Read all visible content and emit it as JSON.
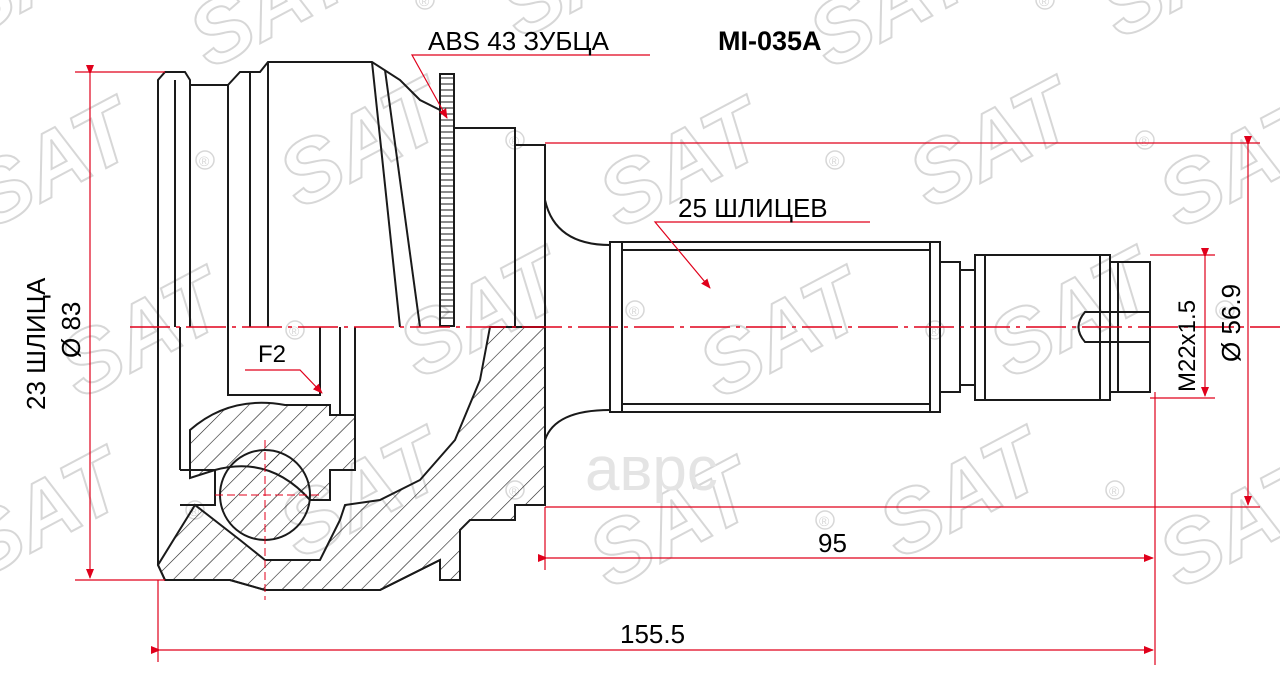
{
  "part_number": "MI-035A",
  "labels": {
    "abs_teeth": "ABS 43 ЗУБЦА",
    "outer_splines": "25 ШЛИЦЕВ",
    "inner_splines": "23  ШЛИЦА",
    "inner_diameter": "Ø 83",
    "outer_diameter": "Ø 56.9",
    "thread": "M22x1.5",
    "hub_length": "95",
    "total_length": "155.5",
    "feature": "F2"
  },
  "watermark": {
    "brand": "SAT",
    "badge": "®",
    "store": "аврс"
  },
  "colors": {
    "dimension_red": "#e0001b",
    "outline": "#1a1a1a",
    "watermark": "#d7d7d7"
  }
}
